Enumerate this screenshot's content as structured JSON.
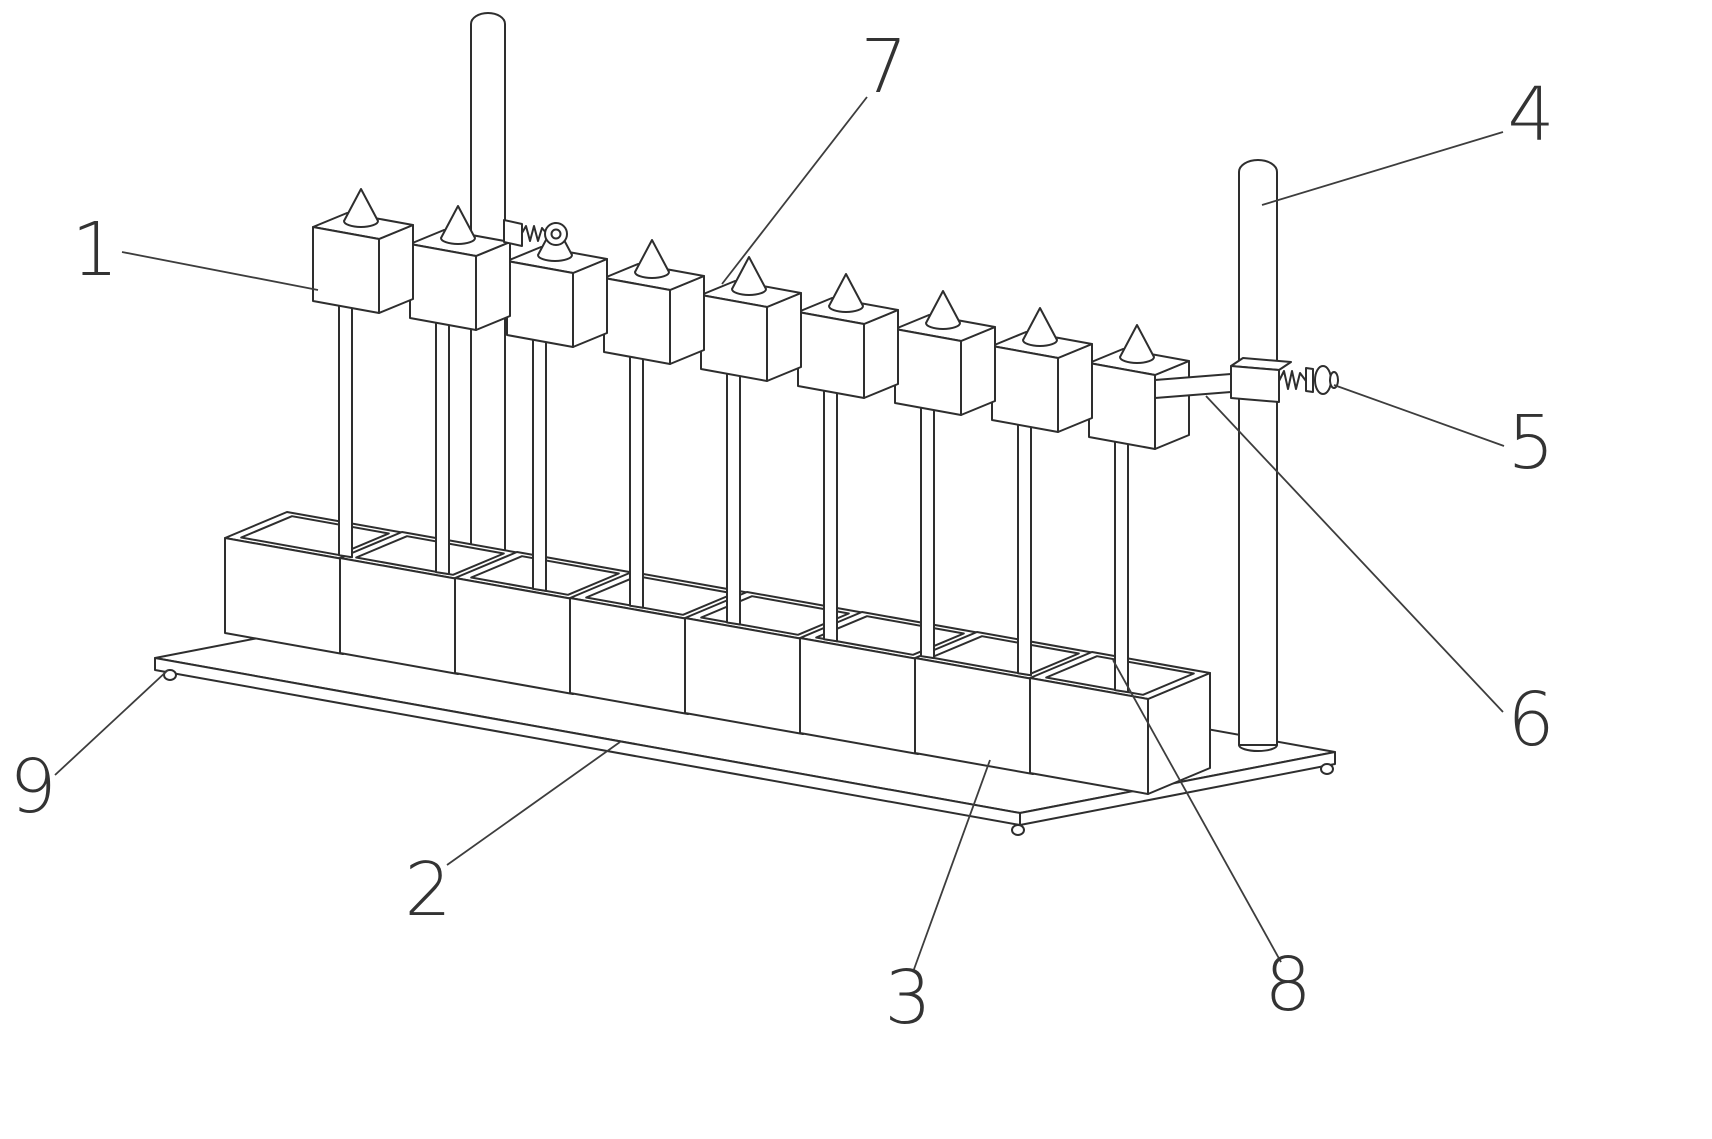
{
  "figure": {
    "background_color": "#ffffff",
    "line_color": "#2e2e2e",
    "label_color": "#333333"
  },
  "labels": [
    {
      "text": "1"
    },
    {
      "text": "2"
    },
    {
      "text": "3"
    },
    {
      "text": "4"
    },
    {
      "text": "5"
    },
    {
      "text": "6"
    },
    {
      "text": "7"
    },
    {
      "text": "8"
    },
    {
      "text": "9"
    }
  ]
}
